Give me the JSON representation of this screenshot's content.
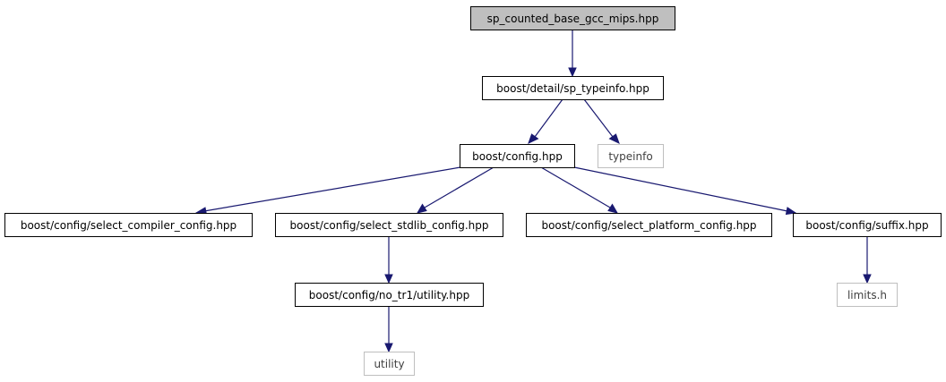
{
  "diagram": {
    "nodes": {
      "root": "sp_counted_base_gcc_mips.hpp",
      "sp_typeinfo": "boost/detail/sp_typeinfo.hpp",
      "config": "boost/config.hpp",
      "typeinfo": "typeinfo",
      "select_compiler": "boost/config/select_compiler_config.hpp",
      "select_stdlib": "boost/config/select_stdlib_config.hpp",
      "select_platform": "boost/config/select_platform_config.hpp",
      "suffix": "boost/config/suffix.hpp",
      "no_tr1_utility": "boost/config/no_tr1/utility.hpp",
      "limits": "limits.h",
      "utility": "utility"
    },
    "colors": {
      "edge": "#191970",
      "root_fill": "#bfbfbf",
      "node_border": "#000000",
      "system_border": "#bfbfbf"
    }
  }
}
